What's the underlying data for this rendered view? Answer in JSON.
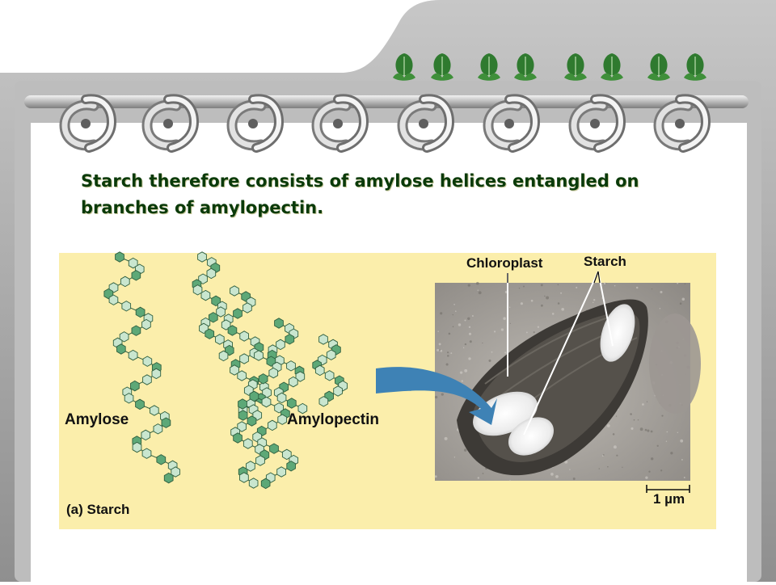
{
  "caption": "Starch therefore consists of amylose helices entangled on branches of amylopectin.",
  "figure": {
    "panel_label": "(a) Starch",
    "amylose_label": "Amylose",
    "amylopectin_label": "Amylopectin",
    "chloroplast_label": "Chloroplast",
    "starch_label": "Starch",
    "scale_label": "1 µm"
  },
  "colors": {
    "frame": "#a9a9a9",
    "figure_background": "#fbeeab",
    "glucose_light": "#c9e6cf",
    "glucose_dark": "#5da877",
    "arrow": "#3e82b5",
    "caption_text": "#0a3a0a",
    "leaf_ornament": "#2f7a2f"
  },
  "icons": [
    "spiral-binding-ring-icon",
    "leaf-ornament-icon",
    "arrow-icon"
  ]
}
